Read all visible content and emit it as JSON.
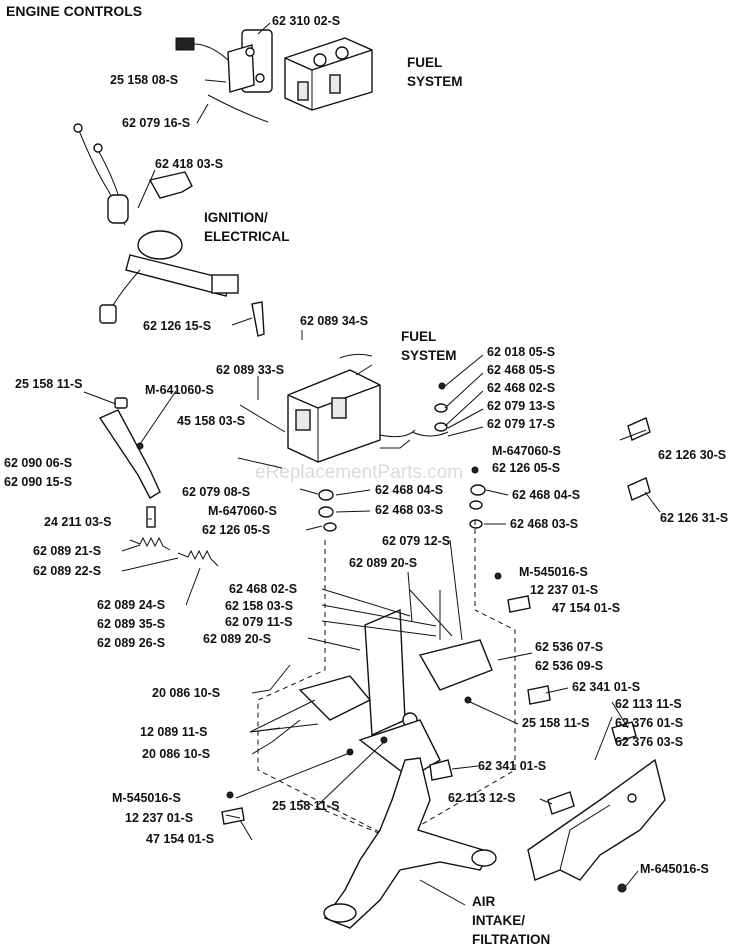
{
  "title": "ENGINE CONTROLS",
  "watermark": "eReplacementParts.com",
  "sections": {
    "fuel_system_top": [
      "FUEL",
      "SYSTEM"
    ],
    "ignition": [
      "IGNITION/",
      "ELECTRICAL"
    ],
    "fuel_system_mid": [
      "FUEL",
      "SYSTEM"
    ],
    "air_intake": [
      "AIR",
      "INTAKE/",
      "FILTRATION"
    ]
  },
  "labels": {
    "p_62_310_02_S": "62 310 02-S",
    "p_25_158_08_S": "25 158 08-S",
    "p_62_079_16_S": "62 079 16-S",
    "p_62_418_03_S": "62 418 03-S",
    "p_62_126_15_S": "62 126 15-S",
    "p_62_089_34_S": "62 089 34-S",
    "p_62_089_33_S": "62 089 33-S",
    "p_25_158_11_S_a": "25 158 11-S",
    "p_M_641060_S": "M-641060-S",
    "p_45_158_03_S": "45 158 03-S",
    "p_62_018_05_S": "62 018 05-S",
    "p_62_468_05_S": "62 468 05-S",
    "p_62_468_02_S_a": "62 468 02-S",
    "p_62_079_13_S": "62 079 13-S",
    "p_62_079_17_S": "62 079 17-S",
    "p_M_647060_S_a": "M-647060-S",
    "p_62_126_05_S_a": "62 126 05-S",
    "p_62_126_30_S": "62 126 30-S",
    "p_62_090_06_S": "62 090 06-S",
    "p_62_090_15_S": "62 090 15-S",
    "p_62_079_08_S": "62 079 08-S",
    "p_M_647060_S_b": "M-647060-S",
    "p_62_126_05_S_b": "62 126 05-S",
    "p_62_468_04_S_a": "62 468 04-S",
    "p_62_468_04_S_b": "62 468 04-S",
    "p_62_468_03_S_a": "62 468 03-S",
    "p_62_468_03_S_b": "62 468 03-S",
    "p_62_126_31_S": "62 126 31-S",
    "p_24_211_03_S": "24 211 03-S",
    "p_62_079_12_S": "62 079 12-S",
    "p_62_089_21_S": "62 089 21-S",
    "p_62_089_22_S": "62 089 22-S",
    "p_62_089_20_S_a": "62 089 20-S",
    "p_M_545016_S_a": "M-545016-S",
    "p_12_237_01_S_a": "12 237 01-S",
    "p_47_154_01_S_a": "47 154 01-S",
    "p_62_089_24_S": "62 089 24-S",
    "p_62_089_35_S": "62 089 35-S",
    "p_62_089_26_S": "62 089 26-S",
    "p_62_468_02_S_b": "62 468 02-S",
    "p_62_158_03_S": "62 158 03-S",
    "p_62_079_11_S": "62 079 11-S",
    "p_62_089_20_S_b": "62 089 20-S",
    "p_62_536_07_S": "62 536 07-S",
    "p_62_536_09_S": "62 536 09-S",
    "p_62_341_01_S_a": "62 341 01-S",
    "p_20_086_10_S_a": "20 086 10-S",
    "p_25_158_11_S_b": "25 158 11-S",
    "p_62_113_11_S": "62 113 11-S",
    "p_12_089_11_S": "12 089 11-S",
    "p_62_376_01_S": "62 376 01-S",
    "p_62_376_03_S": "62 376 03-S",
    "p_20_086_10_S_b": "20 086 10-S",
    "p_62_341_01_S_b": "62 341 01-S",
    "p_25_158_11_S_c": "25 158 11-S",
    "p_M_545016_S_b": "M-545016-S",
    "p_62_113_12_S": "62 113 12-S",
    "p_12_237_01_S_b": "12 237 01-S",
    "p_47_154_01_S_b": "47 154 01-S",
    "p_M_645016_S": "M-645016-S"
  }
}
